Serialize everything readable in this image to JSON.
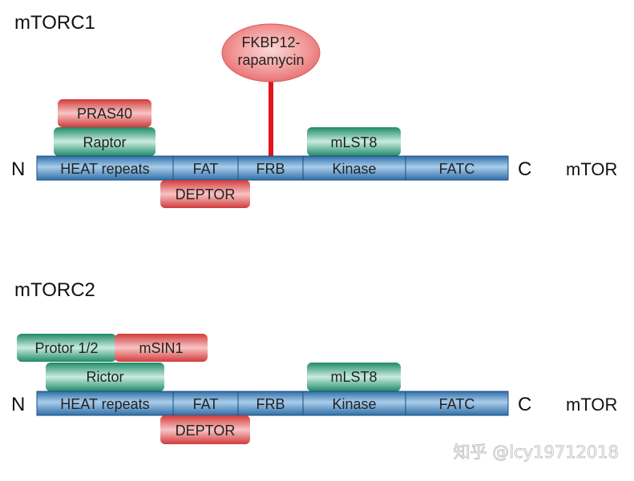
{
  "colors": {
    "bar_blue": "#4a86bf",
    "green": "#2e9a78",
    "red": "#dc4a4a",
    "stem_red": "#e0161b"
  },
  "mtorc1": {
    "title": "mTORC1",
    "n_label": "N",
    "c_label": "C",
    "protein_label": "mTOR",
    "domains": [
      "HEAT repeats",
      "FAT",
      "FRB",
      "Kinase",
      "FATC"
    ],
    "bubble": {
      "line1": "FKBP12-",
      "line2": "rapamycin"
    },
    "pras40": "PRAS40",
    "raptor": "Raptor",
    "mlst8": "mLST8",
    "deptor": "DEPTOR"
  },
  "mtorc2": {
    "title": "mTORC2",
    "n_label": "N",
    "c_label": "C",
    "protein_label": "mTOR",
    "domains": [
      "HEAT repeats",
      "FAT",
      "FRB",
      "Kinase",
      "FATC"
    ],
    "protor": "Protor 1/2",
    "msin1": "mSIN1",
    "rictor": "Rictor",
    "mlst8": "mLST8",
    "deptor": "DEPTOR"
  },
  "watermark": "知乎 @lcy19712018"
}
